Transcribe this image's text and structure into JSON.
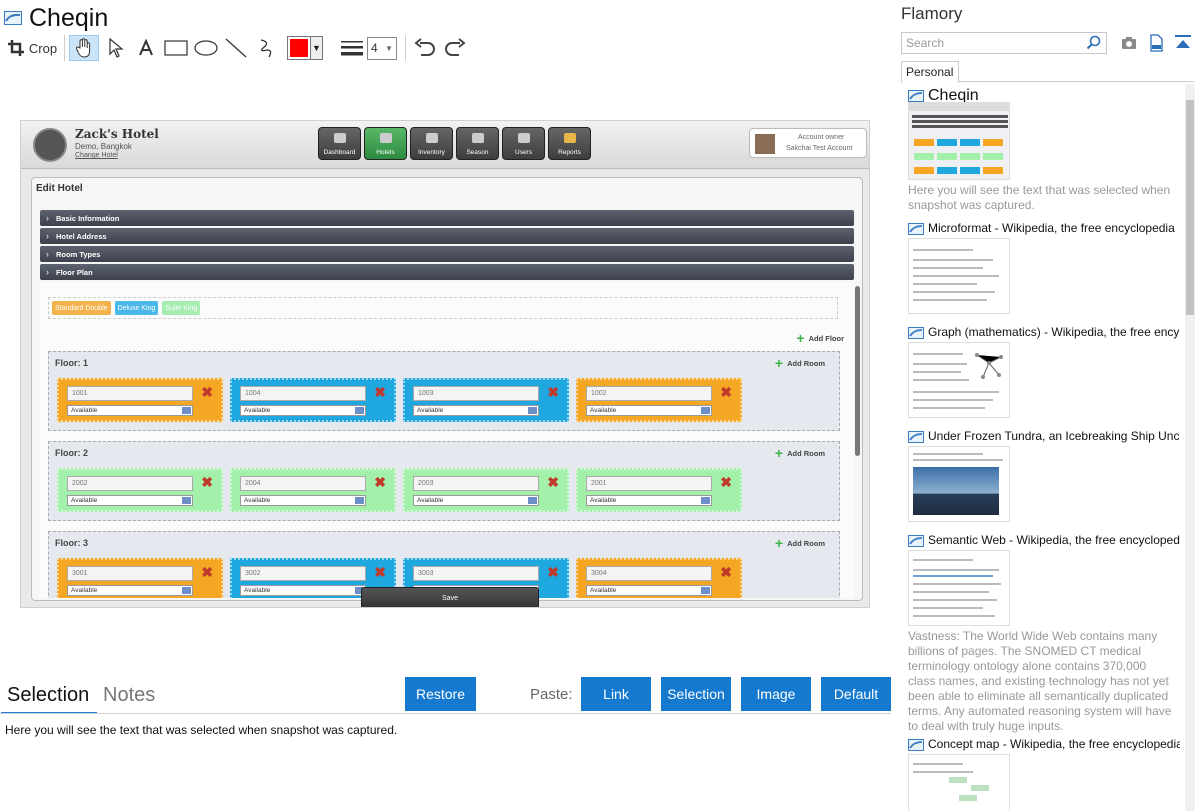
{
  "editor": {
    "title": "Cheqin",
    "toolbar": {
      "crop_label": "Crop",
      "line_width": "4"
    },
    "colors": {
      "accent": "#1479cf",
      "pen": "#ff0000"
    }
  },
  "snapshot": {
    "hotel_name": "Zack's Hotel",
    "hotel_location": "Demo, Bangkok",
    "change_hotel": "Change Hotel",
    "nav": [
      "Dashboard",
      "Hotels",
      "Inventory",
      "Season",
      "Users",
      "Reports"
    ],
    "account": {
      "label": "Account owner",
      "name": "Sakchai Test Account"
    },
    "panel_title": "Edit Hotel",
    "sections": [
      "Basic Information",
      "Hotel Address",
      "Room Types",
      "Floor Plan"
    ],
    "legend": [
      "Standard Double",
      "Deluxe King",
      "Suite King"
    ],
    "add_floor": "Add Floor",
    "add_room": "Add Room",
    "status_value": "Available",
    "floors": [
      {
        "title": "Floor: 1",
        "rooms": [
          "1001",
          "1004",
          "1003",
          "1002"
        ]
      },
      {
        "title": "Floor: 2",
        "rooms": [
          "2002",
          "2004",
          "2003",
          "2001"
        ]
      },
      {
        "title": "Floor: 3",
        "rooms": [
          "3001",
          "3002",
          "3003",
          "3004"
        ]
      }
    ],
    "save": "Save"
  },
  "bottom": {
    "tab_selection": "Selection",
    "tab_notes": "Notes",
    "restore": "Restore",
    "paste_label": "Paste:",
    "paste_buttons": [
      "Link",
      "Selection",
      "Image",
      "Default"
    ],
    "selection_text": "Here you will see the text that was selected when snapshot was captured."
  },
  "library": {
    "title": "Flamory",
    "search_placeholder": "Search",
    "tab": "Personal",
    "items": [
      {
        "title": "Cheqin",
        "desc": "Here you will see the text that was selected when snapshot was captured."
      },
      {
        "title": "Microformat - Wikipedia, the free encyclopedia"
      },
      {
        "title": "Graph (mathematics) - Wikipedia, the free ency"
      },
      {
        "title": "Under Frozen Tundra, an Icebreaking Ship Unco"
      },
      {
        "title": "Semantic Web - Wikipedia, the free encycloped",
        "desc": "Vastness: The World Wide Web contains many billions of pages. The SNOMED CT medical terminology ontology alone contains 370,000 class names, and existing technology has not yet been able to eliminate all semantically duplicated terms. Any automated reasoning system will have to deal with truly huge inputs."
      },
      {
        "title": "Concept map - Wikipedia, the free encyclopedia"
      }
    ]
  }
}
